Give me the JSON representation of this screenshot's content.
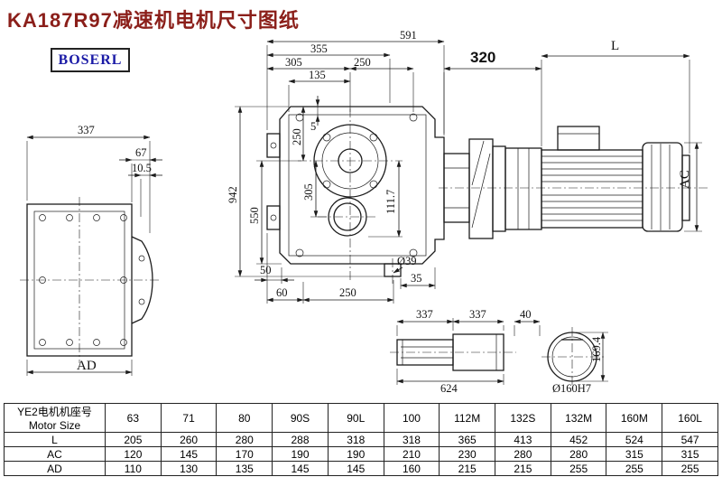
{
  "title": "KA187R97减速机电机尺寸图纸",
  "brand": "BOSERL",
  "colors": {
    "title": "#8B1F1A",
    "brand": "#1A1AA6",
    "line": "#1c1c1c"
  },
  "dims": {
    "top_355": "355",
    "top_591": "591",
    "top_305": "305",
    "top_250": "250",
    "top_135": "135",
    "left_337": "337",
    "left_67": "67",
    "left_10_5": "10.5",
    "left_AD": "AD",
    "v_942": "942",
    "v_550": "550",
    "v_305": "305",
    "v_250": "250",
    "v_5": "5",
    "v_111_7": "111.7",
    "bottom_50": "50",
    "bottom_60": "60",
    "bottom_250": "250",
    "bottom_35": "35",
    "bottom_d39": "Ø39",
    "motor_320": "320",
    "motor_L": "L",
    "motor_AC": "AC",
    "shaft_337a": "337",
    "shaft_337b": "337",
    "shaft_40": "40",
    "shaft_169_4": "169.4",
    "shaft_624": "624",
    "shaft_d160": "Ø160H7"
  },
  "table": {
    "header_line1": "YE2电机机座号",
    "header_line2": "Motor Size",
    "columns": [
      "63",
      "71",
      "80",
      "90S",
      "90L",
      "100",
      "112M",
      "132S",
      "132M",
      "160M",
      "160L"
    ],
    "rows": [
      {
        "label": "L",
        "values": [
          "205",
          "260",
          "280",
          "288",
          "318",
          "318",
          "365",
          "413",
          "452",
          "524",
          "547"
        ]
      },
      {
        "label": "AC",
        "values": [
          "120",
          "145",
          "170",
          "190",
          "190",
          "210",
          "230",
          "280",
          "280",
          "315",
          "315"
        ]
      },
      {
        "label": "AD",
        "values": [
          "110",
          "130",
          "135",
          "145",
          "145",
          "160",
          "215",
          "215",
          "255",
          "255",
          "255"
        ]
      }
    ]
  }
}
